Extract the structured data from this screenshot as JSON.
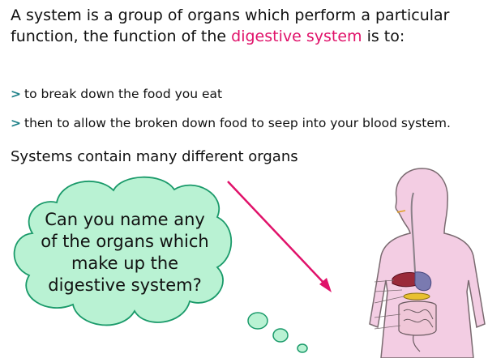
{
  "intro": {
    "text_before": "A system is a group of organs which perform a particular function, the function of the ",
    "highlight": "digestive system",
    "text_after": " is to:"
  },
  "bullets": [
    {
      "marker": ">",
      "text": "to break down the food you eat"
    },
    {
      "marker": ">",
      "text": "then to allow the broken down food to seep into your blood system."
    }
  ],
  "systems_line": "Systems contain many different organs",
  "thought_bubble": {
    "question": "Can you name any of the organs which make up the digestive system?"
  },
  "colors": {
    "highlight": "#e0126a",
    "bullet_marker": "#1a7f87",
    "arrow": "#e0126a",
    "cloud_fill": "#b9f2d3",
    "body_fill": "#f3cde3"
  },
  "illustration": {
    "icon": "digestive-system-body-icon"
  }
}
